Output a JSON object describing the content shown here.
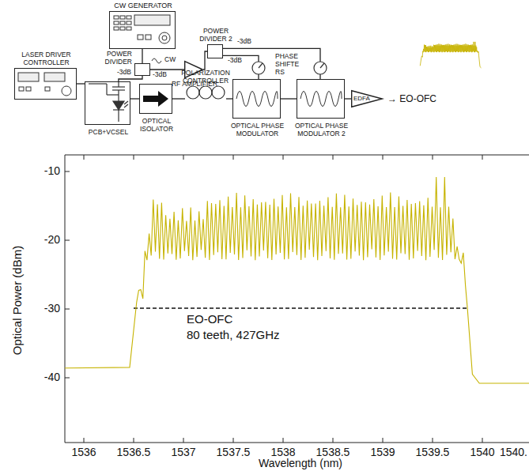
{
  "diagram": {
    "nodes": [
      {
        "text": [
          "CW GENERATOR"
        ]
      },
      {
        "text": [
          "POWER DIVIDER"
        ]
      },
      {
        "text": [
          "RF AMPLIFIER"
        ]
      },
      {
        "text": [
          "POWER DIVIDER 2"
        ]
      },
      {
        "text": [
          "LASER DRIVER CONTROLLER"
        ]
      },
      {
        "text": [
          "PCB+VCSEL"
        ]
      },
      {
        "text": [
          "OPTICAL ISOLATOR"
        ]
      },
      {
        "text": [
          "POLARIZATION CONTROLLER"
        ]
      },
      {
        "text": [
          "OPTICAL PHASE MODULATOR"
        ]
      },
      {
        "text": [
          "OPTICAL PHASE MODULATOR 2"
        ]
      },
      {
        "text": [
          "EDFA"
        ]
      }
    ],
    "edges": [
      {
        "from": 0,
        "to": 1,
        "arrow": "none"
      },
      {
        "from": 1,
        "to": 5,
        "arrow": "none"
      },
      {
        "from": 1,
        "to": 2,
        "arrow": "none"
      },
      {
        "from": 2,
        "to": 3,
        "arrow": "none"
      },
      {
        "from": 3,
        "to": 8,
        "arrow": "none"
      },
      {
        "from": 3,
        "to": 9,
        "arrow": "none"
      },
      {
        "from": 4,
        "to": 5,
        "arrow": "none"
      },
      {
        "from": 5,
        "to": 6,
        "arrow": "none"
      },
      {
        "from": 6,
        "to": 7,
        "arrow": "none"
      },
      {
        "from": 7,
        "to": 8,
        "arrow": "none"
      },
      {
        "from": 8,
        "to": 9,
        "arrow": "none"
      },
      {
        "from": 9,
        "to": 10,
        "arrow": "none"
      }
    ],
    "labels": [
      "-3dB",
      "-3dB",
      "CW",
      "-3dB",
      "-3dB",
      "PHASE SHIFTE RS",
      "→ EO-OFC",
      "-10",
      "-20",
      "-30",
      "-40",
      "1536",
      "1536.5",
      "1537",
      "1537.5",
      "1538",
      "1538.5",
      "1539",
      "1539.5",
      "1540",
      "1540.",
      "Optical Power (dBm)",
      "Wavelength (nm)",
      "EO-OFC",
      "80 teeth, 427GHz"
    ]
  }
}
